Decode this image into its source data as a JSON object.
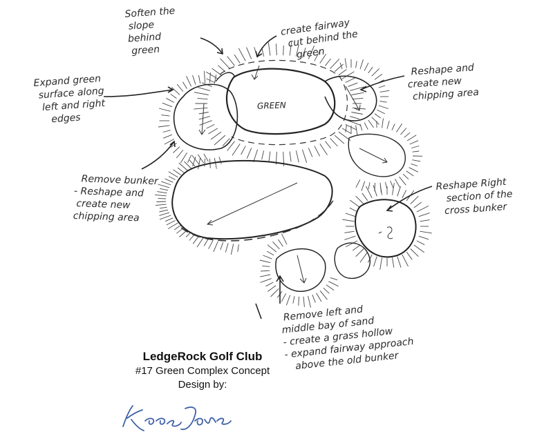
{
  "notes": {
    "soften": [
      "Soften the",
      "slope",
      "behind",
      "green"
    ],
    "fairway_cut": [
      "create fairway",
      "cut behind the",
      "green"
    ],
    "expand": [
      "Expand green",
      "surface along",
      "left and right",
      "edges"
    ],
    "reshape_chip": [
      "Reshape and",
      "create new",
      "chipping area"
    ],
    "remove_bunker": [
      "Remove bunker",
      "- Reshape and",
      "create new",
      "chipping area"
    ],
    "reshape_right": [
      "Reshape Right",
      "section of the",
      "cross bunker"
    ],
    "remove_left": [
      "Remove left and",
      "middle bay of sand",
      "- create a grass hollow",
      "- expand fairway approach",
      "above the old bunker"
    ]
  },
  "green_label": "GREEN",
  "title": {
    "club": "LedgeRock Golf Club",
    "concept": "#17 Green Complex Concept",
    "design_by": "Design by:"
  },
  "signature_text": "Kees Jones",
  "colors": {
    "ink": "#2a2a2a",
    "signature": "#3d5fa8"
  }
}
